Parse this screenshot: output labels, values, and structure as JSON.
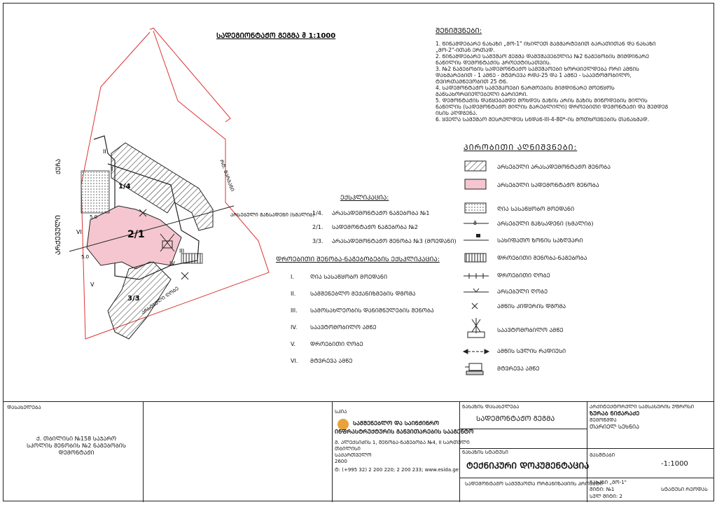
{
  "plan": {
    "title": "ᲡᲐᲓᲔᲒᲘᲝᲜᲢᲐᲟᲝ ᲒᲔᲒᲛᲐ მ 1:1000",
    "street_left": "ᲐᲠᲥᲔᲕᲣᲚᲘ",
    "street_top": "ᲥᲣᲩᲐ",
    "street_right_top": "ᲠᲢ. ᲛᲐᲠᲯᲐᲜᲘ",
    "pipeline_label": "ᲐᲠᲡᲔᲑᲣᲚᲘ ᲒᲐᲖᲡᲐᲓᲔᲜᲘ (ᲮᲛᲐᲚᲘᲑ)",
    "fence_label": "ᲐᲠᲡᲔᲑᲣᲚᲘ ᲦᲝᲑᲔ",
    "buildings": [
      "1/4",
      "2/1",
      "3/3"
    ],
    "markers": [
      "I",
      "II",
      "III",
      "IV",
      "V",
      "VI"
    ],
    "dims": [
      "5.0",
      "5.0"
    ]
  },
  "notes": {
    "heading": "ᲨᲔᲜᲘᲨᲕᲜᲔᲑᲘ:",
    "items": [
      "1. ᲬᲘᲜᲐᲛᲓᲔᲑᲐᲠᲔ ᲜᲐᲮᲐᲖᲘ „ᲛᲝ-1\" ᲘᲮᲘᲚᲔᲗ ᲒᲐᲒᲛᲐᲠᲢᲔᲑᲘᲗ ᲑᲐᲠᲐᲗᲘᲗᲐᲜ ᲓᲐ ᲜᲐᲮᲐᲖᲘ „ᲛᲝ-2\"-ᲘᲗᲐᲜ ᲔᲠᲗᲐᲓ.",
      "2. ᲬᲘᲜᲐᲛᲓᲔᲑᲐᲠᲔ ᲡᲐᲛᲣᲨᲐᲝ ᲒᲔᲒᲛᲐ ᲓᲐᲛᲣᲨᲐᲕᲔᲑᲣᲚᲘᲐ №2 ᲜᲐᲒᲔᲑᲝᲑᲘᲡ ᲛᲘᲛᲓᲘᲜᲐᲠᲔ ᲜᲐᲬᲘᲚᲘᲡ ᲓᲔᲛᲝᲜᲢᲐᲟᲘᲡ ᲞᲠᲝᲔᲥᲢᲘᲡᲐᲗᲕᲘᲡ.",
      "3. №2 ᲜᲐᲒᲔᲑᲝᲑᲘᲡ ᲡᲐᲓᲔᲛᲝᲜᲢᲐᲟᲝ ᲡᲐᲛᲣᲨᲐᲝᲔᲑᲘ ᲮᲝᲠᲪᲘᲔᲚᲓᲔᲑᲐ ᲝᲠᲘ ᲐᲛᲬᲘᲡ ᲓᲐᲮᲛᲐᲠᲔᲑᲘᲗ - 1 ᲐᲛᲬᲔ - ᲛᲢᲕᲠᲔᲕᲐ ᲠᲓᲙ-25 ᲓᲐ 1 ᲐᲛᲬᲔ - ᲡᲐᲐᲕᲢᲝᲛᲝᲑᲘᲚᲝ, ᲢᲕᲘᲠᲗᲐᲛᲬᲔᲕᲝᲑᲘᲗ 25 ᲢᲜ.",
      "4. ᲡᲐᲓᲔᲛᲝᲜᲢᲐᲟᲝ ᲡᲐᲛᲣᲨᲐᲝᲔᲑᲘ ᲬᲐᲠᲛᲝᲔᲑᲘᲡ ᲛᲘᲛᲓᲘᲜᲐᲠᲔ ᲛᲝᲔᲬᲧᲝᲡ ᲒᲐᲜᲡᲐᲮᲝᲠᲪᲘᲔᲚᲔᲑᲔᲚᲘ ᲑᲐᲠᲘᲔᲠᲘ.",
      "5. ᲓᲔᲛᲝᲜᲢᲐᲟᲘᲡ ᲓᲐᲬᲧᲔᲑᲐᲛᲓᲔ ᲛᲝᲮᲓᲔᲡ ᲒᲐᲖᲘᲡ ᲐᲠᲘᲡ ᲒᲐᲖᲘᲡ ᲛᲘᲬᲝᲓᲔᲑᲘᲡ ᲛᲘᲚᲘᲡ ᲜᲐᲬᲘᲚᲘᲡ (ᲡᲐᲓᲔᲛᲝᲜᲢᲐᲟᲝ ᲛᲘᲚᲘᲡ ᲒᲐᲠᲔᲑᲚᲘᲚᲘ) ᲓᲠᲝᲔᲑᲘᲗᲘ ᲓᲔᲛᲝᲜᲢᲐᲟᲘ ᲓᲐ ᲨᲔᲛᲓᲔᲒ ᲘᲡᲘᲡ ᲐᲦᲓᲒᲔᲜᲐ.",
      "6. ᲧᲕᲔᲚᲐ ᲡᲐᲛᲣᲨᲐᲝ ᲨᲔᲡᲠᲣᲚᲓᲔᲡ ᲡᲜᲓᲐᲬ-III-4-80*-ᲘᲡ ᲛᲝᲗᲮᲝᲕᲜᲔᲑᲘᲡ ᲗᲐᲜᲐᲮᲛᲐᲓ."
    ]
  },
  "legend": {
    "heading": "ᲞᲘᲠᲝᲑᲘᲗᲘ ᲐᲦᲜᲘᲨᲕᲜᲔᲑᲘ:",
    "items": [
      {
        "icon": "hatch-icon",
        "label": "ᲐᲠᲡᲔᲑᲣᲚᲘ ᲐᲠᲐᲡᲐᲓᲔᲛᲝᲜᲢᲐᲟᲝ ᲨᲔᲜᲝᲑᲐ"
      },
      {
        "icon": "pink-fill-icon",
        "label": "ᲐᲠᲡᲔᲑᲣᲚᲘ ᲡᲐᲓᲔᲛᲝᲜᲢᲐᲟᲝ ᲨᲔᲜᲝᲑᲐ"
      },
      {
        "icon": "dotted-fill-icon",
        "label": "ᲦᲘᲐ ᲡᲐᲡᲐᲬᲧᲝᲑᲝ ᲛᲝᲔᲓᲐᲜᲘ"
      },
      {
        "icon": "gas-line-icon",
        "label": "ᲐᲠᲡᲔᲑᲣᲚᲘ ᲒᲐᲖᲡᲐᲓᲔᲜᲘ (ᲮᲛᲐᲚᲘᲑ)"
      },
      {
        "icon": "flag-icon",
        "label": "ᲡᲐᲮᲘᲤᲐᲗᲝ ᲖᲝᲜᲘᲡ ᲡᲐᲖᲦᲕᲐᲠᲘ"
      },
      {
        "icon": "vertical-hatch-icon",
        "label": "ᲓᲠᲝᲔᲑᲘᲗᲘ ᲨᲔᲜᲝᲑᲐ-ᲜᲐᲒᲔᲑᲝᲑᲐ"
      },
      {
        "icon": "temp-fence-icon",
        "label": "ᲓᲠᲝᲔᲑᲘᲗᲘ ᲦᲝᲑᲔ"
      },
      {
        "icon": "fence-icon",
        "label": "ᲐᲠᲡᲔᲑᲣᲚᲘ ᲦᲝᲑᲔ"
      },
      {
        "icon": "cross-icon",
        "label": "ᲐᲛᲬᲘᲡ ᲙᲘᲓᲔᲠᲘᲡ ᲓᲒᲝᲛᲐ"
      },
      {
        "icon": "crane-icon",
        "label": "ᲡᲐᲐᲕᲢᲝᲛᲝᲑᲘᲚᲝ ᲐᲛᲬᲔ"
      },
      {
        "icon": "crane-path-icon",
        "label": "ᲐᲛᲬᲘᲡ ᲡᲕᲚᲘᲡ ᲠᲐᲓᲘᲣᲡᲘ"
      },
      {
        "icon": "crawler-icon",
        "label": "ᲛᲢᲕᲠᲔᲕᲐ ᲐᲛᲬᲔ"
      }
    ]
  },
  "explication": {
    "heading": "ᲔᲥᲡᲞᲚᲘᲙᲐᲪᲘᲐ:",
    "items": [
      {
        "code": "1/4.",
        "label": "ᲐᲠᲐᲡᲐᲓᲔᲛᲝᲜᲢᲐᲟᲝ ᲜᲐᲒᲔᲑᲝᲑᲐ №1"
      },
      {
        "code": "2/1.",
        "label": "ᲡᲐᲓᲔᲛᲝᲜᲢᲐᲟᲝ ᲜᲐᲒᲔᲑᲝᲑᲐ №2"
      },
      {
        "code": "3/3.",
        "label": "ᲐᲠᲐᲡᲐᲓᲔᲛᲝᲜᲢᲐᲟᲝ ᲨᲔᲜᲝᲑᲐ №3 (ᲛᲝᲔᲓᲐᲜᲘ)"
      }
    ]
  },
  "temp_buildings": {
    "heading": "ᲓᲠᲝᲔᲑᲘᲗᲘ ᲨᲔᲜᲝᲑᲐ-ᲜᲐᲒᲔᲑᲝᲑᲔᲑᲘᲡ ᲔᲥᲡᲞᲚᲘᲙᲐᲪᲘᲐ:",
    "items": [
      {
        "code": "I.",
        "label": "ᲦᲘᲐ ᲡᲐᲡᲐᲬᲧᲝᲑᲝ ᲛᲝᲔᲓᲐᲜᲘ"
      },
      {
        "code": "II.",
        "label": "ᲡᲐᲛᲨᲔᲜᲔᲑᲚᲝ ᲛᲔᲥᲐᲜᲘᲖᲛᲔᲑᲘᲡ ᲓᲒᲝᲛᲐ"
      },
      {
        "code": "III.",
        "label": "ᲡᲐᲛᲝᲡᲐᲮᲚᲔᲝᲑᲘᲡ ᲓᲐᲜᲘᲨᲜᲣᲚᲔᲑᲘᲡ ᲨᲔᲜᲝᲑᲐ"
      },
      {
        "code": "IV.",
        "label": "ᲡᲐᲐᲕᲢᲝᲛᲝᲑᲘᲚᲝ ᲐᲛᲬᲔ"
      },
      {
        "code": "V.",
        "label": "ᲓᲠᲝᲔᲑᲘᲗᲘ ᲦᲝᲑᲔ"
      },
      {
        "code": "VI.",
        "label": "ᲛᲢᲕᲠᲔᲕᲐ ᲐᲛᲬᲔ"
      }
    ]
  },
  "title_block": {
    "object_label": "ᲓᲐᲡᲐᲮᲔᲚᲔᲑᲐ",
    "object_line1": "Ქ. ᲗᲑᲘᲚᲘᲡᲘ №158 ᲡᲐᲯᲐᲠᲝ",
    "object_line2": "ᲡᲙᲝᲚᲘᲡ ᲨᲔᲜᲝᲑᲘᲡ №2 ᲜᲐᲒᲔᲑᲝᲑᲘᲡ",
    "object_line3": "ᲓᲔᲛᲝᲜᲢᲐᲟᲘ",
    "company_small": "ᲡᲙᲘᲐ",
    "company_name1": "ᲡᲐᲛᲨᲔᲜᲔᲑᲚᲝ ᲓᲐ ᲡᲐᲘᲜᲟᲘᲜᲠᲝ",
    "company_name2": "ᲘᲜᲤᲠᲐᲡᲢᲠᲣᲥᲢᲣᲠᲘᲡ ᲒᲐᲜᲕᲘᲗᲐᲠᲔᲑᲘᲡ ᲡᲐᲐᲒᲔᲜᲢᲝ",
    "company_addr1": "Მ. ᲐᲚᲔᲥᲡᲘᲫᲘᲡ 1, ᲨᲔᲜᲝᲑᲐ-ᲜᲐᲒᲔᲑᲝᲑᲐ №4, II ᲡᲐᲠᲗᲣᲚᲘ",
    "company_addr2": "ᲗᲑᲘᲚᲘᲡᲘ",
    "company_addr3": "ᲡᲐᲥᲐᲠᲗᲕᲔᲚᲝ",
    "company_zip": "2600",
    "company_contact": "Ტ: (+995 32) 2 200 220; 2 200 233; www.esida.ge",
    "sheet_name_label": "ᲜᲐᲮᲐᲖᲘᲡ ᲓᲐᲡᲐᲮᲔᲚᲔᲑᲐ",
    "sheet_name": "ᲡᲐᲓᲔᲛᲝᲜᲢᲐᲟᲝ ᲒᲔᲒᲛᲐ",
    "stage_label": "ᲜᲐᲮᲐᲖᲘᲡ ᲡᲢᲐᲢᲣᲡᲘ",
    "stage_name": "ᲢᲔᲥᲜᲘᲙᲣᲠᲘ ᲓᲝᲙᲣᲛᲔᲜᲢᲐᲪᲘᲐ",
    "stage_sub": "ᲡᲐᲓᲔᲛᲝᲜᲢᲐᲟᲝ ᲡᲐᲛᲣᲨᲐᲝᲗᲐ ᲝᲠᲒᲐᲜᲘᲖᲐᲪᲘᲘᲡ ᲞᲠᲝᲔᲥᲢᲘ",
    "author_label": "ᲐᲠᲥᲘᲢᲔᲥᲢᲝᲠᲣᲚᲘ ᲡᲐᲛᲡᲐᲮᲣᲠᲘᲡ ᲣᲤᲠᲝᲡᲘ",
    "author_name": "ᲖᲣᲠᲐᲑ ᲜᲘᲟᲐᲠᲐᲫᲔ",
    "checked_label": "ᲨᲔᲛᲝᲬᲛᲓᲐ",
    "checked_name": "ᲗᲐᲠᲘᲔᲚ ᲡᲔᲮᲜᲘᲐ",
    "scale_label": "ᲛᲐᲡᲨᲢᲐᲑᲘ",
    "scale": "-1:1000",
    "sheet_code": "ᲜᲐᲮᲐᲖᲘ „ᲛᲝ-1\"",
    "sheet_no": "ᲨᲘᲢᲘ: №1",
    "sheet_count": "ᲡᲣᲚ ᲨᲘᲢᲘ: 2",
    "sheet_status": "ᲡᲢᲐᲢᲣᲡᲘ ᲠᲔᲝᲓᲐᲡ"
  }
}
